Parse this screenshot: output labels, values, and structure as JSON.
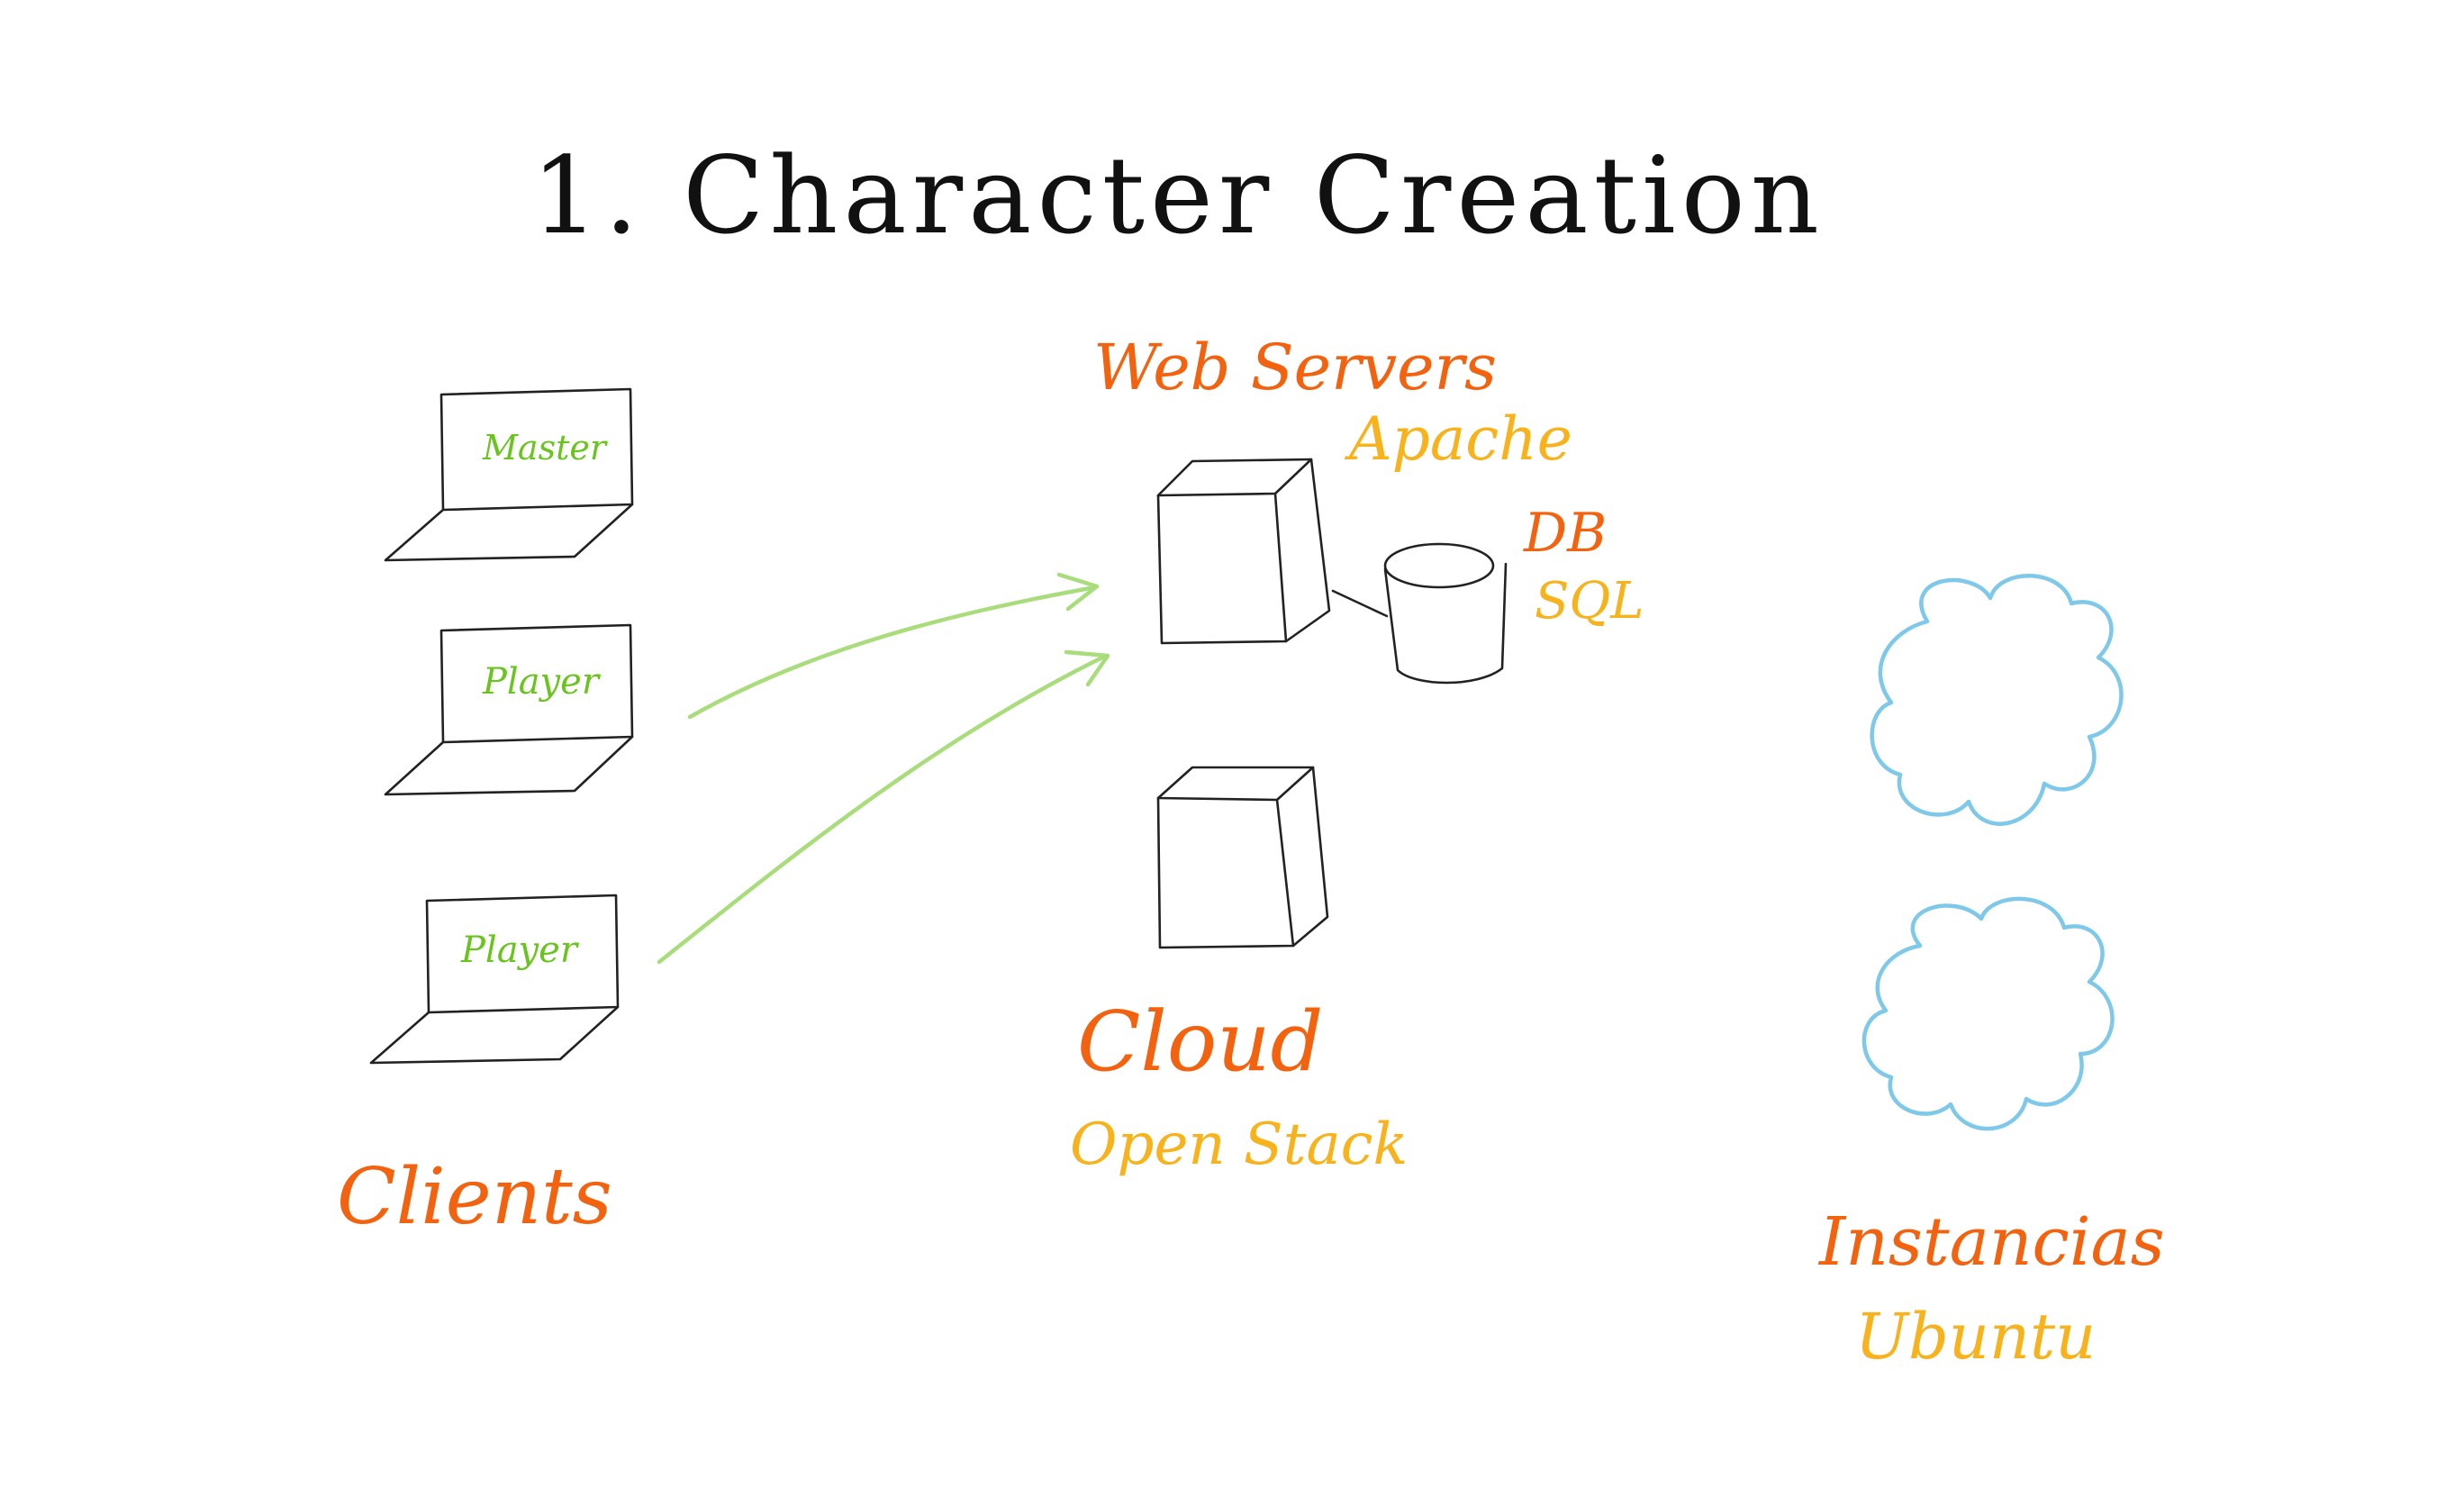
{
  "title": "1. Character Creation",
  "clients": {
    "label": "Clients",
    "laptops": [
      "Master",
      "Player",
      "Player"
    ]
  },
  "web_servers": {
    "label": "Web Servers",
    "software": "Apache"
  },
  "database": {
    "label": "DB",
    "software": "SQL"
  },
  "cloud": {
    "label": "Cloud",
    "software": "Open Stack"
  },
  "instances": {
    "label": "Instancias",
    "software": "Ubuntu"
  },
  "colors": {
    "label_primary": "#f2620f",
    "label_secondary": "#f7b21c",
    "screen_text": "#6ac41e",
    "arrow": "#a9dd7c",
    "cloud_outline": "#7ec8ea"
  }
}
